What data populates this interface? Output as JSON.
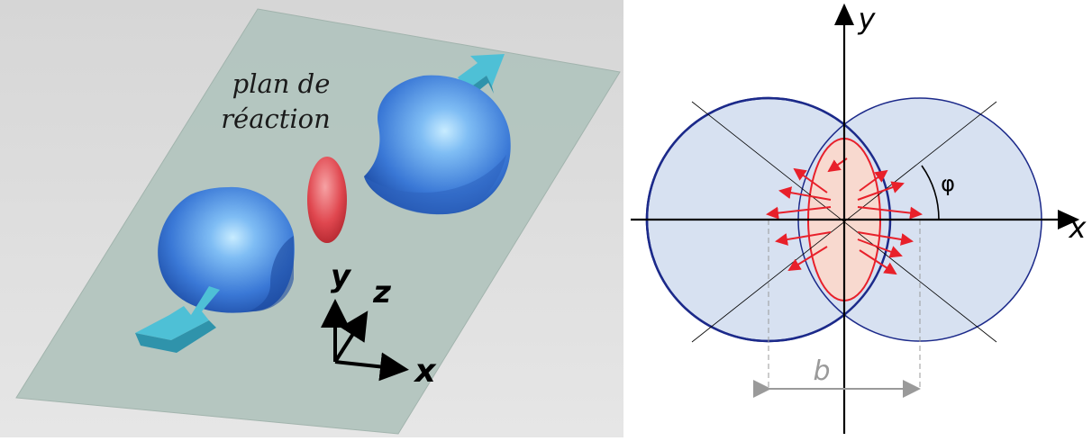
{
  "left": {
    "caption_line1": "plan de",
    "caption_line2": "réaction",
    "axis_y": "y",
    "axis_z": "z",
    "axis_x": "x"
  },
  "right": {
    "axis_y": "y",
    "axis_x": "x",
    "angle": "φ",
    "distance": "b"
  },
  "colors": {
    "background_gray": "#d9d9d9",
    "plane": "#b3c5bf",
    "nucleus_blue": "#3a7ad8",
    "overlap_red": "#e0474f",
    "arrow_cyan": "#4ec0d6",
    "circle_fill": "#d7e1f1",
    "circle_stroke": "#1c2a8a",
    "overlap_fill": "#f8d9cf",
    "flow_arrow": "#e8202a",
    "dim_gray": "#9a9a9a"
  }
}
